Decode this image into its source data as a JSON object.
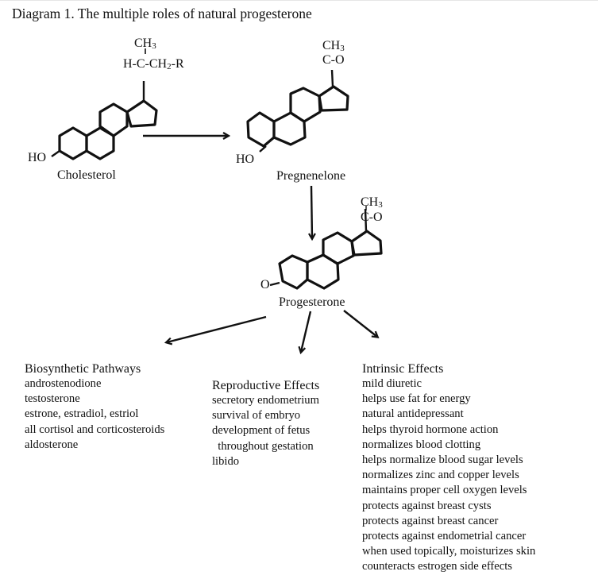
{
  "title": "Diagram 1. The multiple roles of natural progesterone",
  "molecules": {
    "cholesterol": {
      "name": "Cholesterol",
      "side_chain_top": "CH",
      "side_chain_top_sub": "3",
      "side_chain_main_a": "H-C-CH",
      "side_chain_main_sub": "2",
      "side_chain_main_b": "-R",
      "substituent": "HO"
    },
    "pregnenelone": {
      "name": "Pregnenelone",
      "group_top": "CH",
      "group_top_sub": "3",
      "group_main": "C-O",
      "substituent": "HO"
    },
    "progesterone": {
      "name": "Progesterone",
      "group_top": "CH",
      "group_top_sub": "3",
      "group_main": "C-O",
      "substituent": "O"
    }
  },
  "categories": {
    "biosynthetic": {
      "heading": "Biosynthetic Pathways",
      "items": [
        "androstenodione",
        "testosterone",
        "estrone, estradiol, estriol",
        "all cortisol and corticosteroids",
        "aldosterone"
      ]
    },
    "reproductive": {
      "heading": "Reproductive Effects",
      "items": [
        "secretory endometrium",
        "survival of embryo",
        "development of fetus",
        "  throughout gestation",
        "libido"
      ]
    },
    "intrinsic": {
      "heading": "Intrinsic Effects",
      "items": [
        "mild diuretic",
        "helps use fat for energy",
        "natural antidepressant",
        "helps thyroid hormone action",
        "normalizes blood clotting",
        "helps normalize blood sugar levels",
        "normalizes zinc and copper levels",
        "maintains proper cell oxygen levels",
        "protects against breast cysts",
        "protects against breast cancer",
        "protects against endometrial cancer",
        "when used topically, moisturizes skin",
        "counteracts estrogen side effects"
      ]
    }
  }
}
